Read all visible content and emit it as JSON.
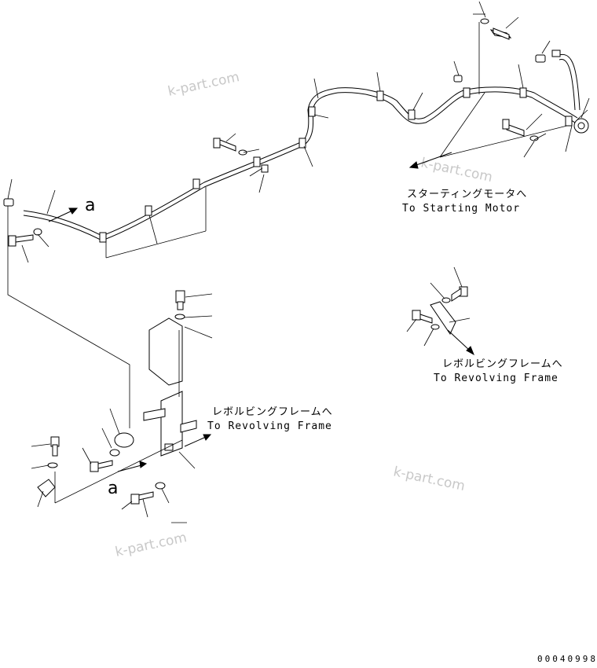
{
  "labels": {
    "starting_motor_jp": "スターティングモータへ",
    "starting_motor_en": "To Starting Motor",
    "revolving_right_jp": "レボルビングフレームへ",
    "revolving_right_en": "To Revolving Frame",
    "revolving_center_jp": "レボルビングフレームへ",
    "revolving_center_en": "To Revolving Frame",
    "ref_a_top": "a",
    "ref_a_bottom": "a"
  },
  "watermarks": [
    "k-part.com",
    "k-part.com",
    "k-part.com",
    "k-part.com"
  ],
  "drawing_code": "00040998"
}
